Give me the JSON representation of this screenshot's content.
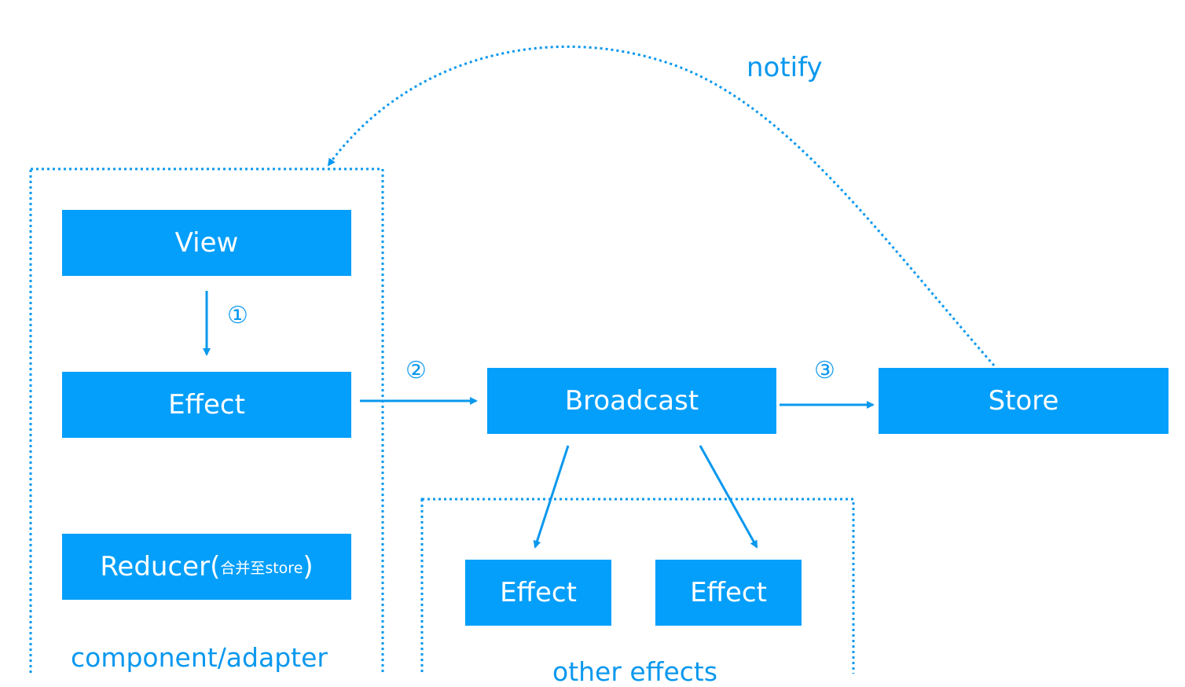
{
  "colors": {
    "box_fill": "#049ffb",
    "box_text": "#ffffff",
    "line": "#0a98ee"
  },
  "groups": {
    "component": {
      "label": "component/adapter"
    },
    "other": {
      "label": "other effects"
    }
  },
  "nodes": {
    "view": {
      "label": "View"
    },
    "effect_main": {
      "label": "Effect"
    },
    "reducer": {
      "label": "Reducer(",
      "sub_label": "合并至store",
      "suffix": ")"
    },
    "broadcast": {
      "label": "Broadcast"
    },
    "store": {
      "label": "Store"
    },
    "effect_other_1": {
      "label": "Effect"
    },
    "effect_other_2": {
      "label": "Effect"
    }
  },
  "steps": {
    "one": "①",
    "two": "②",
    "three": "③"
  },
  "notify": {
    "label": "notify"
  }
}
